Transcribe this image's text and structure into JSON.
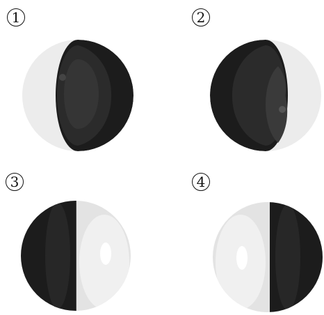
{
  "figure": {
    "panels": [
      {
        "label": "1",
        "phase": "waxing-gibbous-right-dark"
      },
      {
        "label": "2",
        "phase": "waning-gibbous-left-dark"
      },
      {
        "label": "3",
        "phase": "half-left-dark"
      },
      {
        "label": "4",
        "phase": "half-right-dark"
      }
    ]
  },
  "colors": {
    "dark": "#1a1a1a",
    "dark_mid": "#2a2a2a",
    "dark_highlight": "#3a3a3a",
    "light": "#ececec",
    "light_mid": "#dcdcdc",
    "light_highlight": "#f8f8f8"
  }
}
